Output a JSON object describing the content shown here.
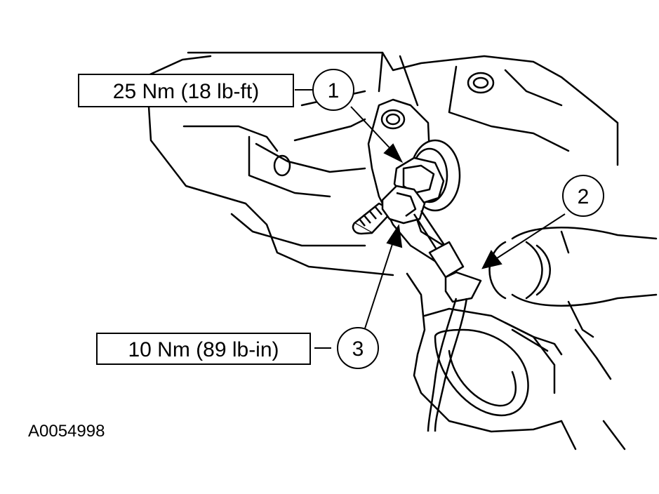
{
  "torque_labels": {
    "top": "25 Nm (18 lb-ft)",
    "bottom": "10 Nm (89 lb-in)"
  },
  "callouts": [
    "1",
    "2",
    "3"
  ],
  "figure_id": "A0054998",
  "colors": {
    "line": "#000000",
    "background": "#ffffff"
  }
}
